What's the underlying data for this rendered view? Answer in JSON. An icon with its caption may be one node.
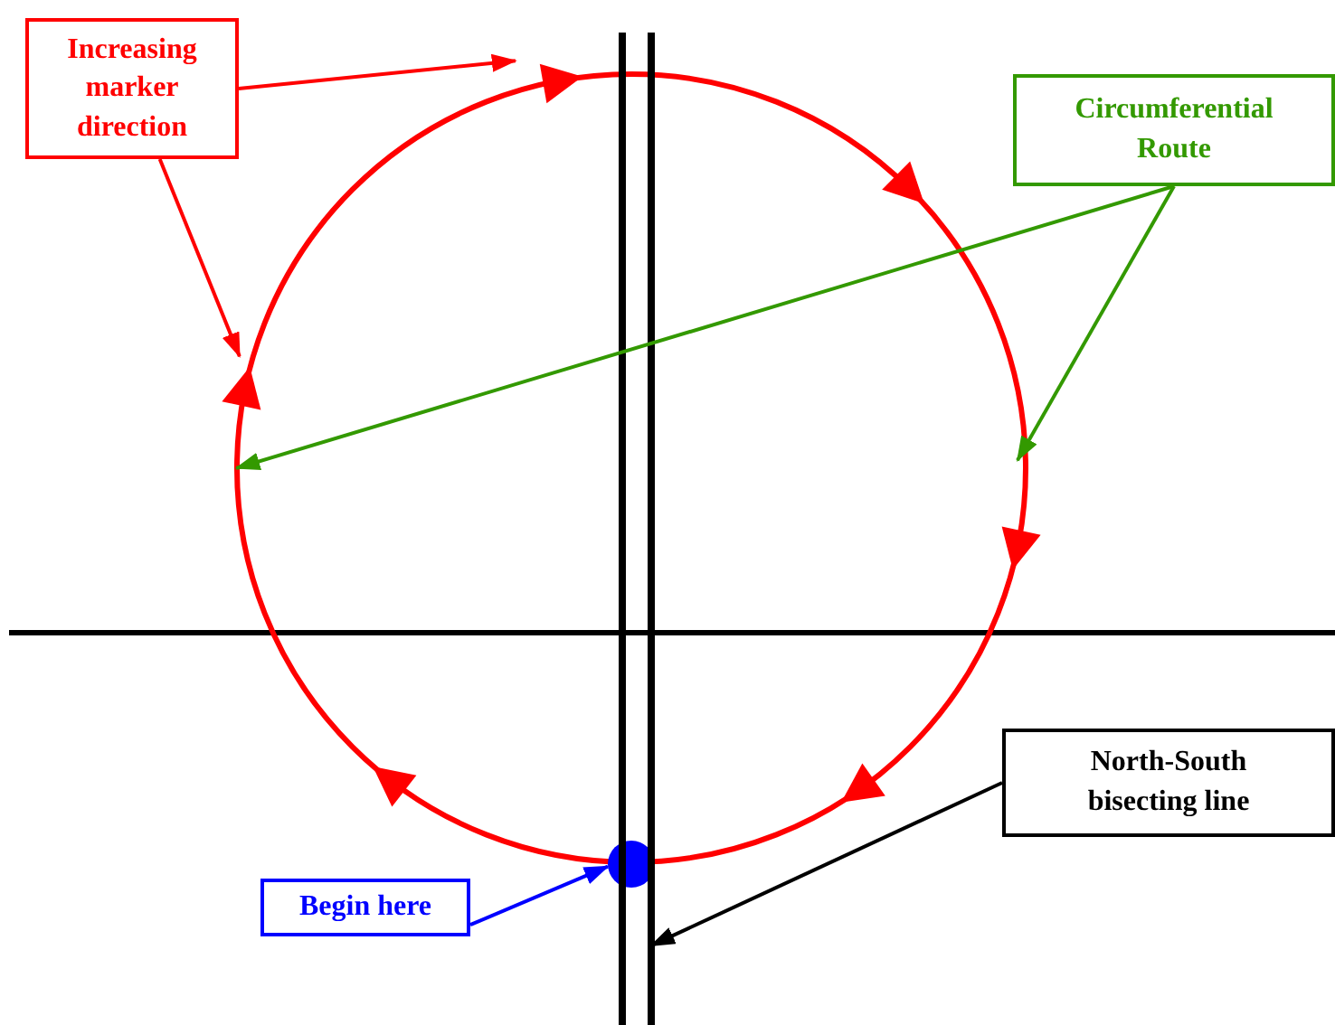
{
  "diagram": {
    "nodes": [
      {
        "text": [
          "Increasing marker direction"
        ]
      },
      {
        "text": [
          "Circumferential Route"
        ]
      },
      {
        "text": [
          "North-South bisecting line"
        ]
      },
      {
        "text": [
          "Begin here"
        ]
      },
      {
        "text": [],
        "shape": "circle"
      },
      {
        "text": [],
        "shape": "circle"
      },
      {
        "text": [],
        "shape": "bar"
      }
    ],
    "edges": [
      {
        "from": 0,
        "to": 4,
        "arrow": "to",
        "color": "#ff0000"
      },
      {
        "from": 0,
        "to": 4,
        "arrow": "to",
        "color": "#ff0000"
      },
      {
        "from": 1,
        "to": 4,
        "arrow": "to",
        "color": "#339900"
      },
      {
        "from": 1,
        "to": 4,
        "arrow": "to",
        "color": "#339900"
      },
      {
        "from": 2,
        "to": 6,
        "arrow": "to",
        "color": "#000000"
      },
      {
        "from": 3,
        "to": 5,
        "arrow": "to",
        "color": "#0000ff"
      }
    ]
  }
}
